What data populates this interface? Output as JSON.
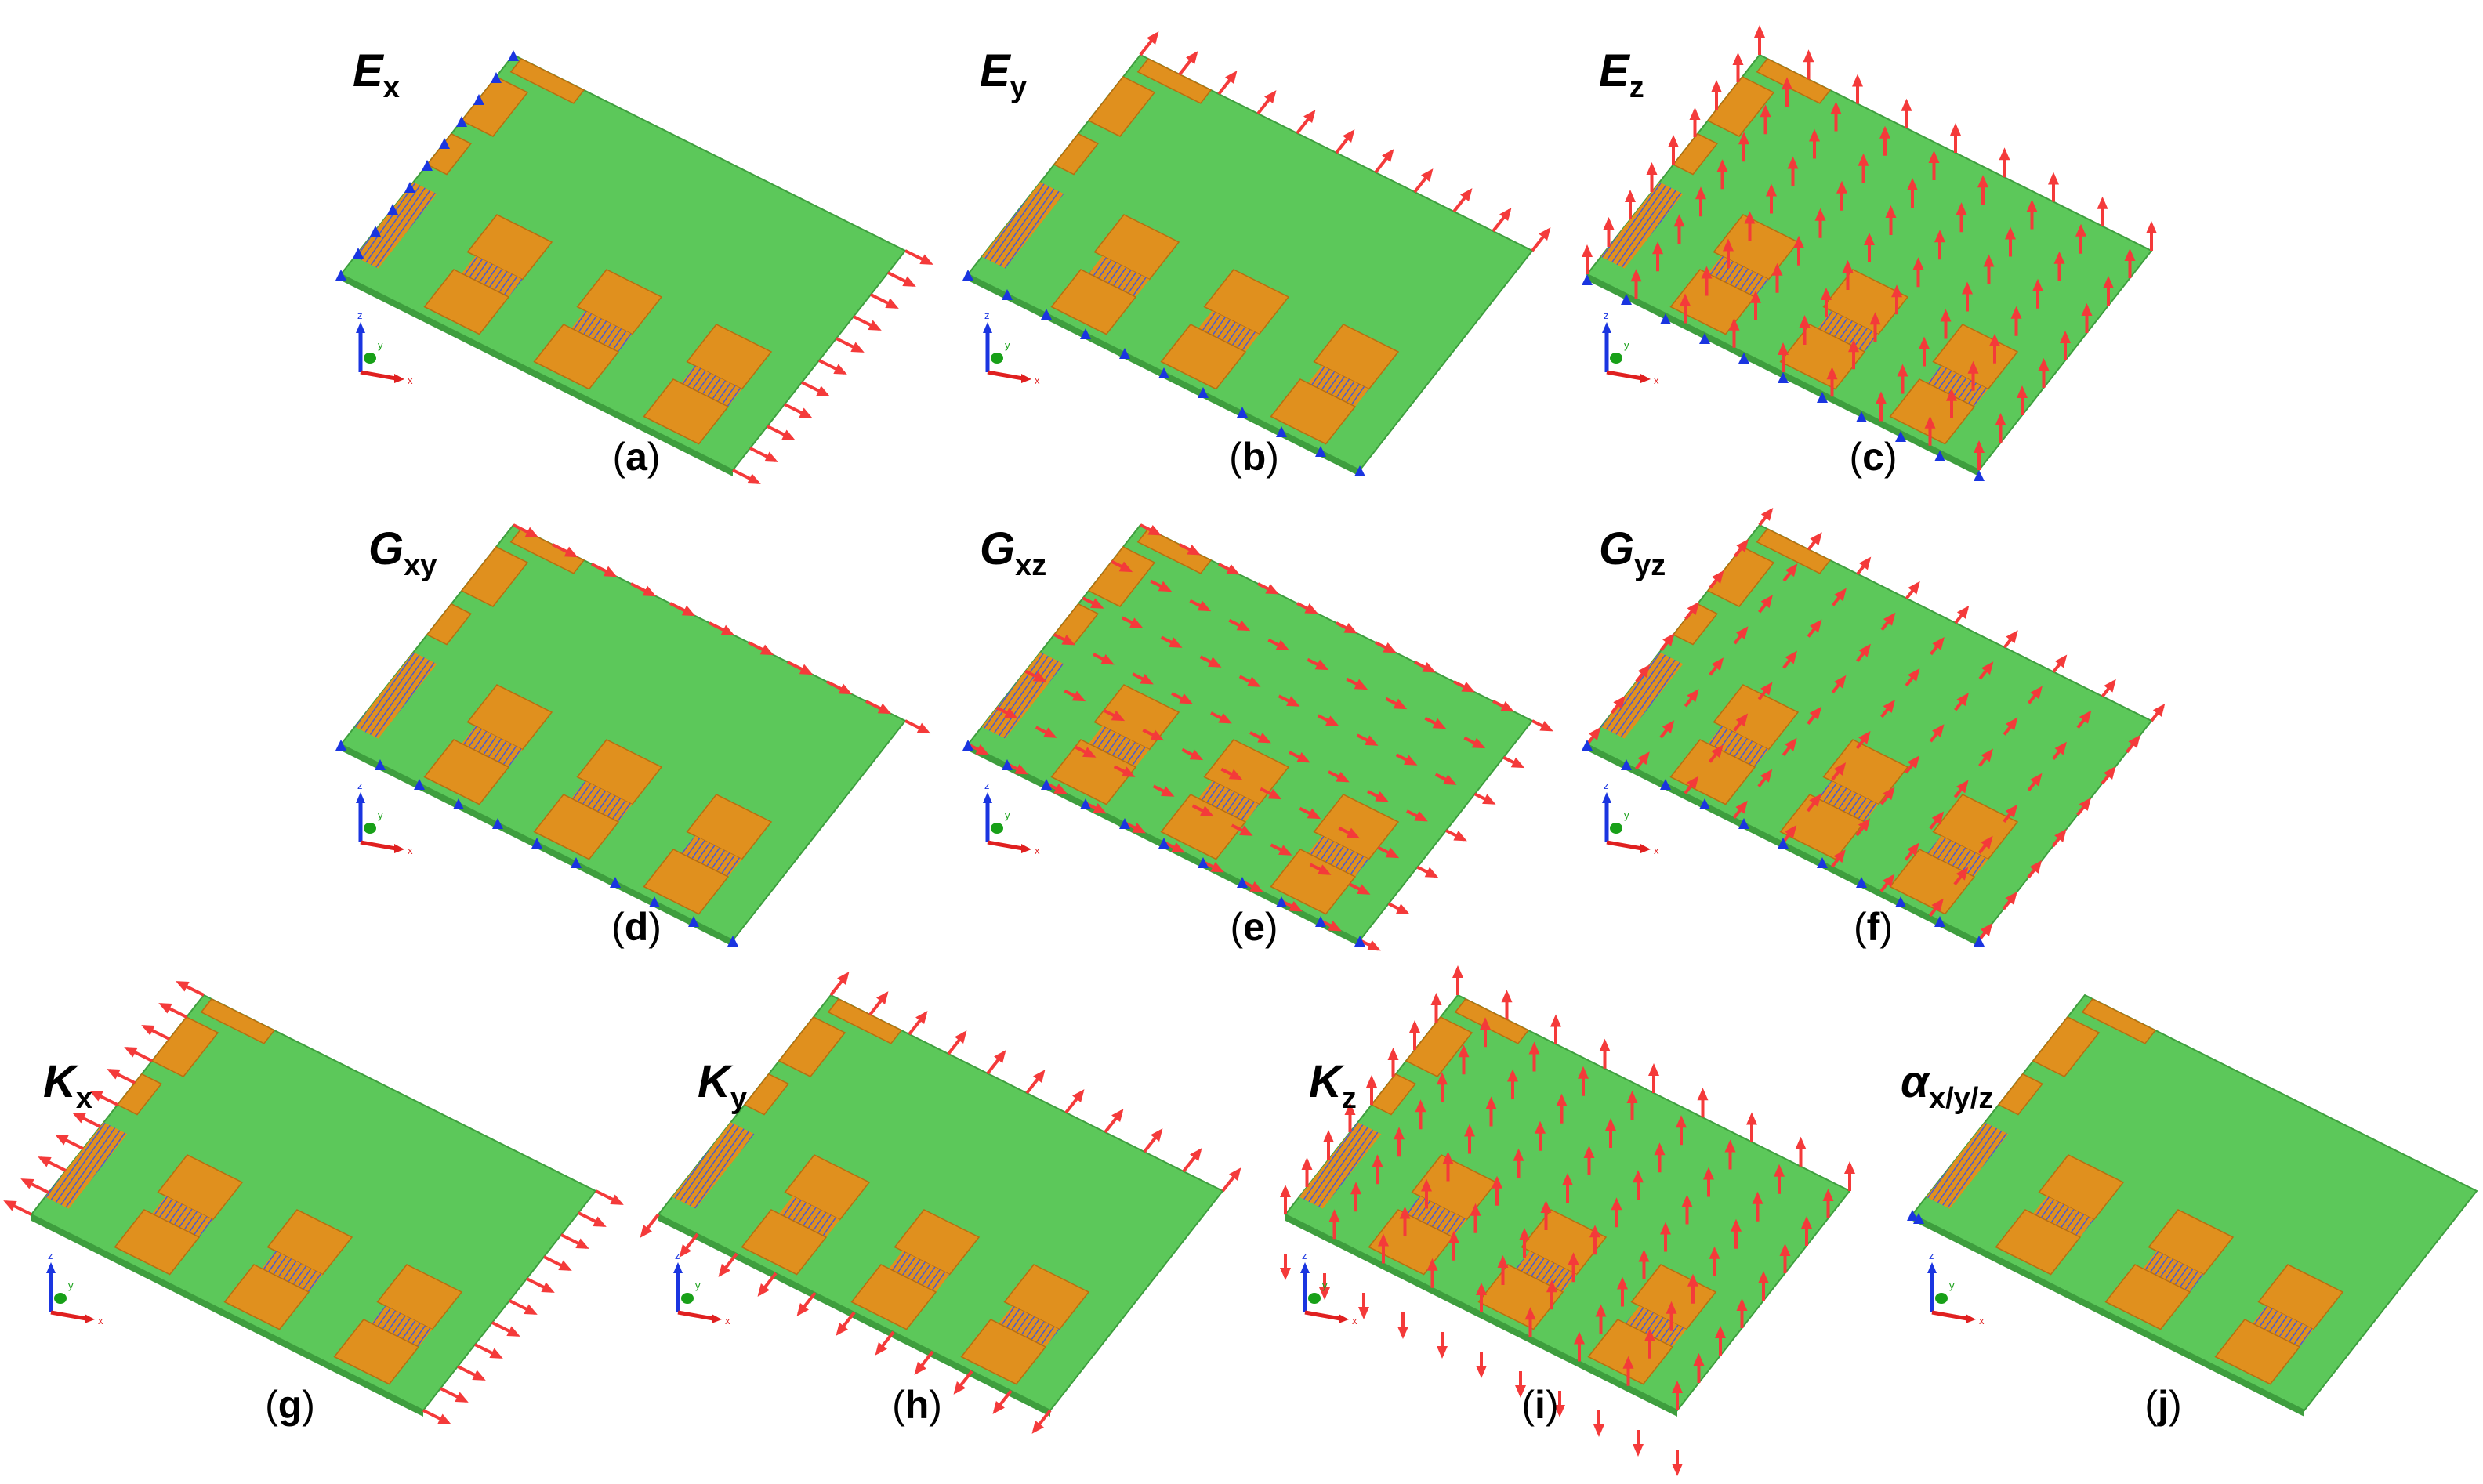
{
  "colors": {
    "board": "#5cc85a",
    "board_edge": "#3e9e3e",
    "pad": "#e0901e",
    "pad_edge": "#b86e10",
    "fixed_support": "#1a35e0",
    "load_arrow": "#f43a3a",
    "axis_x": "#e02020",
    "axis_y": "#18a018",
    "axis_z": "#1a35e0"
  },
  "axis_labels": {
    "x": "x",
    "y": "y",
    "z": "z"
  },
  "panels": [
    {
      "symbol": "E",
      "subscript": "x",
      "label": "a",
      "load_case": "Ex"
    },
    {
      "symbol": "E",
      "subscript": "y",
      "label": "b",
      "load_case": "Ey"
    },
    {
      "symbol": "E",
      "subscript": "z",
      "label": "c",
      "load_case": "Ez"
    },
    {
      "symbol": "G",
      "subscript": "xy",
      "label": "d",
      "load_case": "Gxy"
    },
    {
      "symbol": "G",
      "subscript": "xz",
      "label": "e",
      "load_case": "Gxz"
    },
    {
      "symbol": "G",
      "subscript": "yz",
      "label": "f",
      "load_case": "Gyz"
    },
    {
      "symbol": "K",
      "subscript": "x",
      "label": "g",
      "load_case": "Kx"
    },
    {
      "symbol": "K",
      "subscript": "y",
      "label": "h",
      "load_case": "Ky"
    },
    {
      "symbol": "K",
      "subscript": "z",
      "label": "i",
      "load_case": "Kz"
    },
    {
      "symbol": "α",
      "subscript": "x/y/z",
      "label": "j",
      "load_case": "alpha"
    }
  ]
}
